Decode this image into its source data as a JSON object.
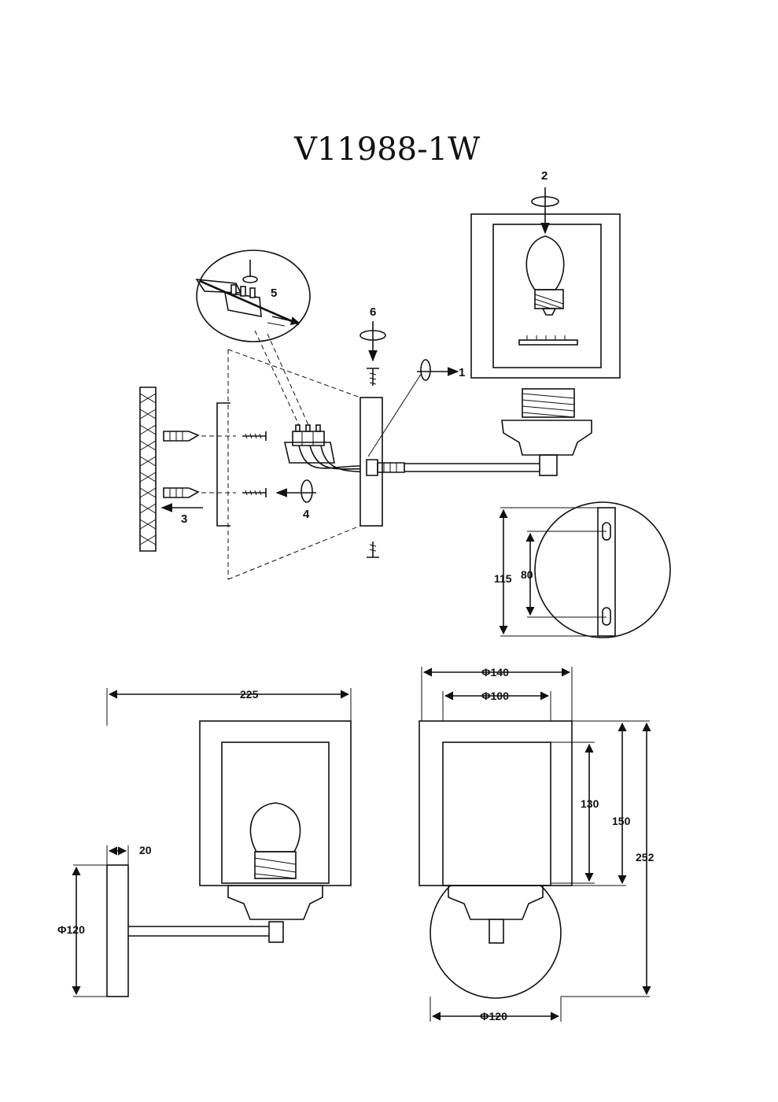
{
  "title": "V11988-1W",
  "steps": {
    "s1": "1",
    "s2": "2",
    "s3": "3",
    "s4": "4",
    "s5": "5",
    "s6": "6"
  },
  "dimensions": {
    "backplate_height": "115",
    "hole_spacing": "80",
    "total_depth": "225",
    "backplate_thickness": "20",
    "backplate_diameter_side": "Φ120",
    "outer_glass_diameter": "Φ140",
    "inner_glass_diameter": "Φ100",
    "inner_glass_height": "130",
    "outer_glass_height": "150",
    "total_height": "252",
    "backplate_diameter_front": "Φ120"
  }
}
